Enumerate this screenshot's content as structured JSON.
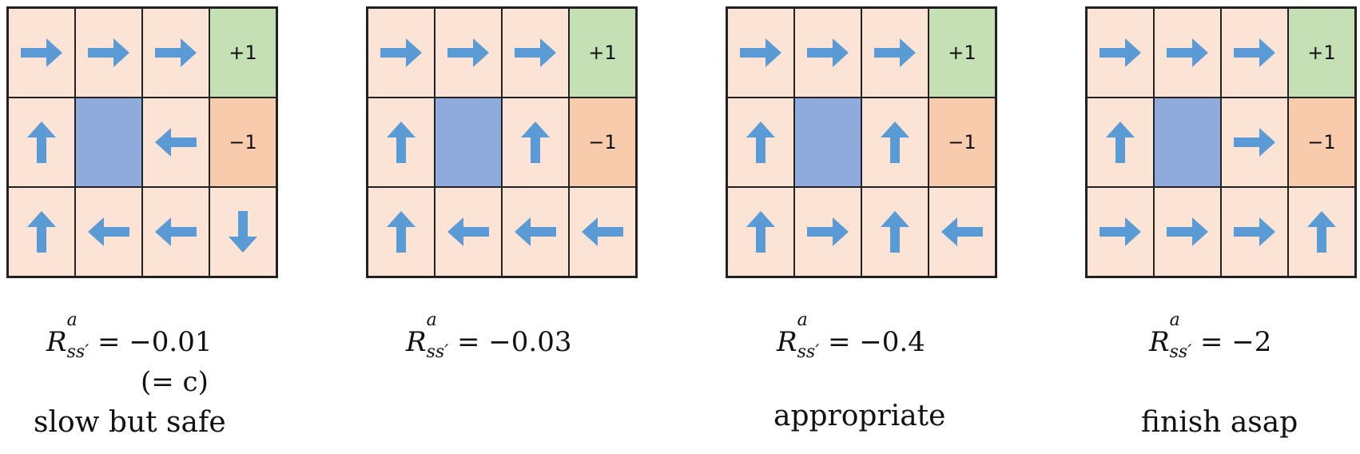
{
  "colors": {
    "state": "#fbe4d5",
    "goal": "#c5e0b4",
    "pit": "#f8cbad",
    "wall": "#8faadc",
    "arrow": "#5b9bd5",
    "border": "#222222"
  },
  "panels": [
    {
      "grid": [
        [
          "right",
          "right",
          "right",
          "goal"
        ],
        [
          "up",
          "wall",
          "left",
          "pit"
        ],
        [
          "up",
          "left",
          "left",
          "down"
        ]
      ],
      "goal_label": "+1",
      "pit_label": "−1",
      "formula_value": "= −0.01",
      "formula_extra": "(= c)",
      "caption": "slow but safe"
    },
    {
      "grid": [
        [
          "right",
          "right",
          "right",
          "goal"
        ],
        [
          "up",
          "wall",
          "up",
          "pit"
        ],
        [
          "up",
          "left",
          "left",
          "left"
        ]
      ],
      "goal_label": "+1",
      "pit_label": "−1",
      "formula_value": "= −0.03",
      "formula_extra": "",
      "caption": ""
    },
    {
      "grid": [
        [
          "right",
          "right",
          "right",
          "goal"
        ],
        [
          "up",
          "wall",
          "up",
          "pit"
        ],
        [
          "up",
          "right",
          "up",
          "left"
        ]
      ],
      "goal_label": "+1",
      "pit_label": "−1",
      "formula_value": "= −0.4",
      "formula_extra": "",
      "caption": "appropriate"
    },
    {
      "grid": [
        [
          "right",
          "right",
          "right",
          "goal"
        ],
        [
          "up",
          "wall",
          "right",
          "pit"
        ],
        [
          "right",
          "right",
          "right",
          "up"
        ]
      ],
      "goal_label": "+1",
      "pit_label": "−1",
      "formula_value": "= −2",
      "formula_extra": "",
      "caption": "finish asap"
    }
  ],
  "formula": {
    "symbol": "R",
    "superscript": "a",
    "subscript": "ss′"
  }
}
